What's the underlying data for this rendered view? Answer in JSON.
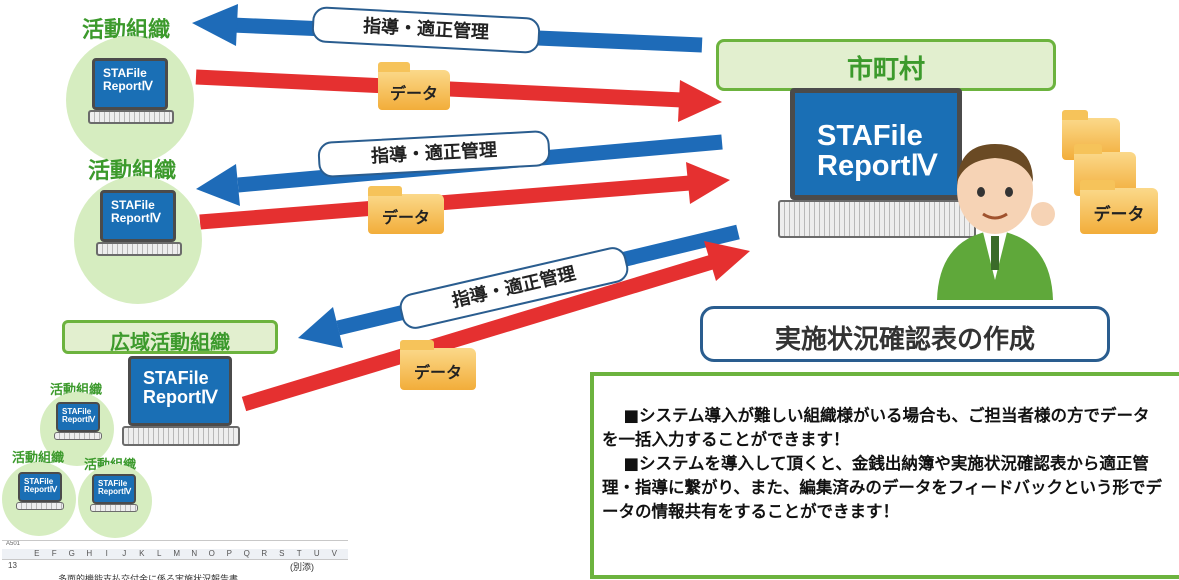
{
  "orgs": {
    "top": "活動組織",
    "middle": "活動組織",
    "wide_area": "広域活動組織",
    "small_1": "活動組織",
    "small_2": "活動組織",
    "small_3": "活動組織"
  },
  "laptop_screen": {
    "line1": "STAFile",
    "line2": "ReportⅣ"
  },
  "municipality": "市町村",
  "arrows": {
    "guidance_label": "指導・適正管理",
    "data_label": "データ"
  },
  "report_title": "実施状況確認表の作成",
  "info_box": {
    "para1": "■システム導入が難しい組織様がいる場合も、ご担当者様の方でデータを一括入力することができます！",
    "para2": "■システムを導入して頂くと、金銭出納簿や実施状況確認表から適正管理・指導に繋がり、また、編集済みのデータをフィードバックという形でデータの情報共有をすることができます！"
  },
  "spreadsheet": {
    "name_box": "A501",
    "columns": [
      "E",
      "F",
      "G",
      "H",
      "I",
      "J",
      "K",
      "L",
      "M",
      "N",
      "O",
      "P",
      "Q",
      "R",
      "S",
      "T",
      "U",
      "V"
    ],
    "row_number": "13",
    "note": "(別添)",
    "title": "多面的機能支払交付金に係る実施状況報告書"
  },
  "colors": {
    "blue_arrow": "#1e6bb8",
    "red_arrow": "#e53030",
    "green_border": "#6cb33e",
    "label_bg": "#e2efcf"
  }
}
